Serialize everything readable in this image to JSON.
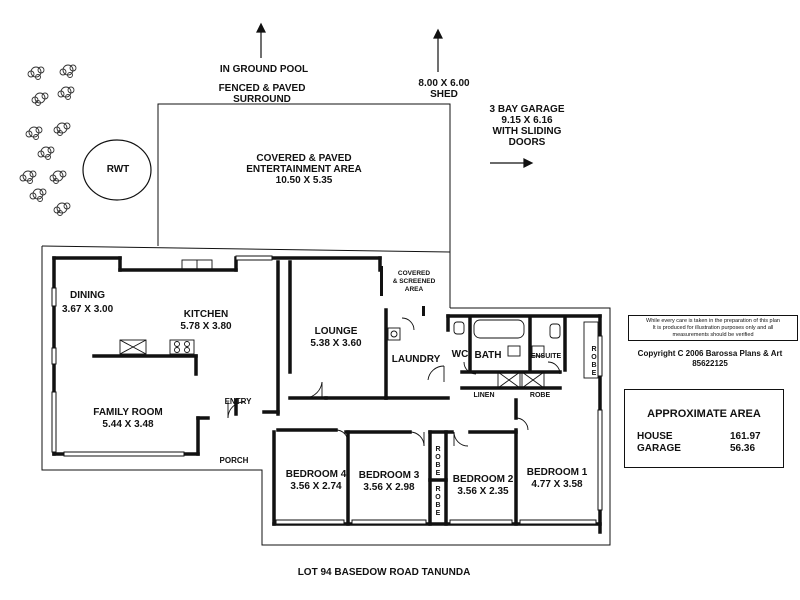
{
  "labels": {
    "pool": "IN GROUND POOL",
    "fenced": "FENCED & PAVED",
    "surround": "SURROUND",
    "shed_size": "8.00 X 6.00",
    "shed": "SHED",
    "garage_1": "3 BAY GARAGE",
    "garage_2": "9.15 X 6.16",
    "garage_3": "WITH SLIDING",
    "garage_4": "DOORS",
    "rwt": "RWT",
    "ent_1": "COVERED & PAVED",
    "ent_2": "ENTERTAINMENT AREA",
    "ent_3": "10.50 X 5.35",
    "covered_1": "COVERED",
    "covered_2": "& SCREENED",
    "covered_3": "AREA",
    "dining": "DINING",
    "dining_size": "3.67 X 3.00",
    "kitchen": "KITCHEN",
    "kitchen_size": "5.78 X 3.80",
    "lounge": "LOUNGE",
    "lounge_size": "5.38 X 3.60",
    "laundry": "LAUNDRY",
    "wc": "WC",
    "bath": "BATH",
    "ensuite": "ENSUITE",
    "robe": "ROBE",
    "linen": "LINEN",
    "family": "FAMILY ROOM",
    "family_size": "5.44 X 3.48",
    "entry": "ENTRY",
    "porch": "PORCH",
    "bed4": "BEDROOM 4",
    "bed4_size": "3.56 X 2.74",
    "bed3": "BEDROOM 3",
    "bed3_size": "3.56 X 2.98",
    "bed2": "BEDROOM 2",
    "bed2_size": "3.56 X 2.35",
    "bed1": "BEDROOM 1",
    "bed1_size": "4.77 X 3.58",
    "lot": "LOT 94 BASEDOW ROAD TANUNDA"
  },
  "disclaimer": {
    "line1": "While every care is taken in the preparation of this plan",
    "line2": "It is produced for illustration purposes only and all",
    "line3": "measurements should be verified"
  },
  "copyright": {
    "line1": "Copyright C 2006 Barossa Plans & Art",
    "line2": "85622125"
  },
  "area": {
    "title": "APPROXIMATE AREA",
    "house_label": "HOUSE",
    "house_value": "161.97",
    "garage_label": "GARAGE",
    "garage_value": "56.36"
  }
}
